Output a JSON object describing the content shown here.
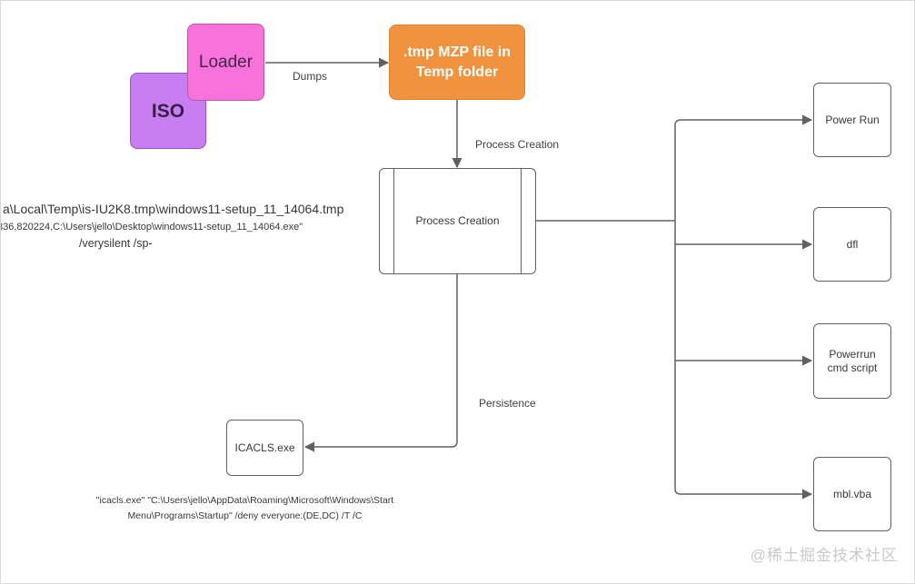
{
  "diagram": {
    "nodes": {
      "iso": {
        "label": "ISO",
        "fill": "#c77ef3",
        "border": "#9c53c6",
        "text_color": "#3a1e49"
      },
      "loader": {
        "label": "Loader",
        "fill": "#f772da",
        "border": "#be55a8",
        "text_color": "#46234b"
      },
      "tmp_mzp": {
        "label": ".tmp MZP file in Temp folder",
        "fill": "#f0923e",
        "border": "#e0832d",
        "text_color": "#ffffff"
      },
      "process_creation": {
        "label": "Process Creation"
      },
      "icacls": {
        "label": "ICACLS.exe"
      },
      "power_run": {
        "label": "Power Run"
      },
      "dfl": {
        "label": "dfl"
      },
      "powerrun_cmd_script": {
        "label": "Powerrun cmd script"
      },
      "mbl_vba": {
        "label": "mbl.vba"
      }
    },
    "edge_labels": {
      "dumps": "Dumps",
      "process_creation": "Process Creation",
      "persistence": "Persistence"
    },
    "annotations": {
      "tmp_path_line1": "a\\Local\\Temp\\is-IU2K8.tmp\\windows11-setup_11_14064.tmp",
      "tmp_path_line2": "336,820224,C:\\Users\\jello\\Desktop\\windows11-setup_11_14064.exe\"",
      "tmp_path_line3": "/verysilent /sp-",
      "icacls_cmd_line1": "\"icacls.exe\" \"C:\\Users\\jello\\AppData\\Roaming\\Microsoft\\Windows\\Start",
      "icacls_cmd_line2": "Menu\\Programs\\Startup\" /deny everyone:(DE,DC) /T /C"
    },
    "watermark": "@稀土掘金技术社区",
    "line_color": "#616161"
  }
}
